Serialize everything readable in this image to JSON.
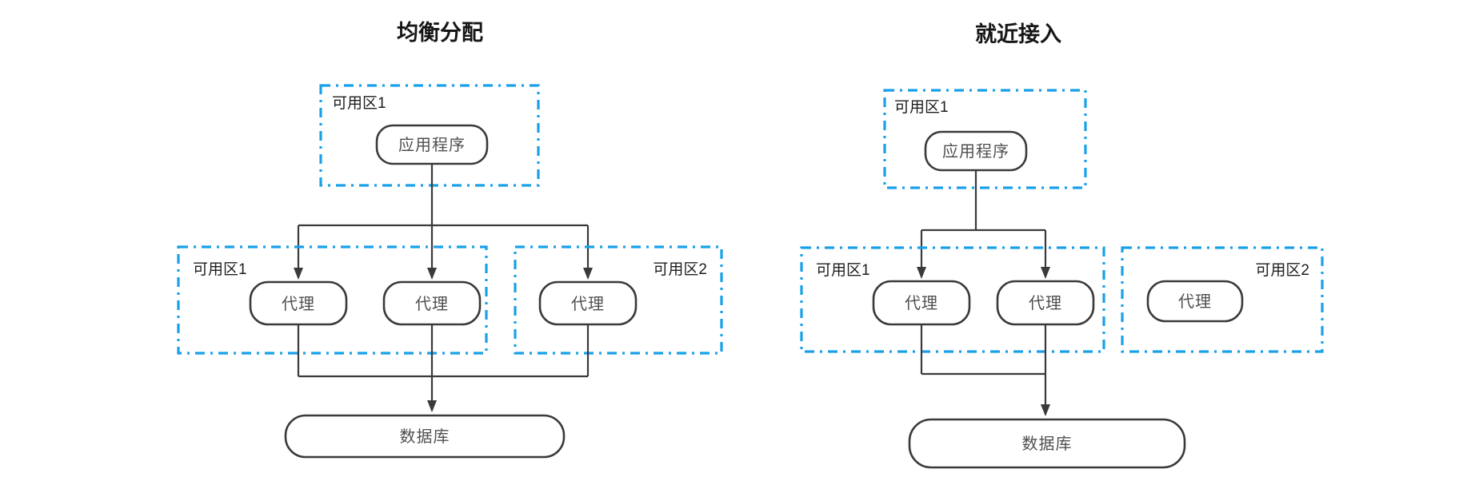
{
  "colors": {
    "background": "#ffffff",
    "zone_border_blue": "#18A0E9",
    "node_border_gray": "#3a3a3a",
    "node_text_gray": "#4f4f4f",
    "label_black": "#1d1d1d",
    "title_black": "#161616"
  },
  "left_diagram": {
    "title": "均衡分配",
    "top_zone": {
      "label": "可用区1"
    },
    "app_node": {
      "label": "应用程序"
    },
    "mid_zone_1": {
      "label": "可用区1"
    },
    "mid_zone_2": {
      "label": "可用区2"
    },
    "proxy_node_1": {
      "label": "代理"
    },
    "proxy_node_2": {
      "label": "代理"
    },
    "proxy_node_3": {
      "label": "代理"
    },
    "db_node": {
      "label": "数据库"
    }
  },
  "right_diagram": {
    "title": "就近接入",
    "top_zone": {
      "label": "可用区1"
    },
    "app_node": {
      "label": "应用程序"
    },
    "mid_zone_1": {
      "label": "可用区1"
    },
    "mid_zone_2": {
      "label": "可用区2"
    },
    "proxy_node_1": {
      "label": "代理"
    },
    "proxy_node_2": {
      "label": "代理"
    },
    "proxy_node_3": {
      "label": "代理"
    },
    "db_node": {
      "label": "数据库"
    }
  }
}
